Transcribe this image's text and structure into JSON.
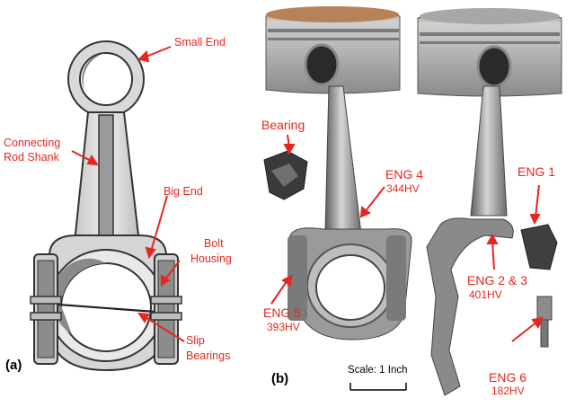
{
  "panel_a": {
    "tag": "(a)",
    "labels": {
      "small_end": "Small End",
      "shank_line1": "Connecting",
      "shank_line2": "Rod Shank",
      "big_end": "Big End",
      "bolt_line1": "Bolt",
      "bolt_line2": "Housing",
      "slip_line1": "Slip",
      "slip_line2": "Bearings"
    }
  },
  "panel_b": {
    "tag": "(b)",
    "labels": {
      "bearing": "Bearing",
      "eng4": "ENG 4",
      "eng4_hv": "344HV",
      "eng1": "ENG 1",
      "eng23": "ENG 2 & 3",
      "eng23_hv": "401HV",
      "eng5": "ENG 5",
      "eng5_hv": "393HV",
      "eng6": "ENG 6",
      "eng6_hv": "182HV"
    },
    "scale_text": "Scale: 1 Inch"
  },
  "colors": {
    "annotation": "#e8261f",
    "sketch_fill": "#d8d8d8",
    "sketch_stroke": "#333333",
    "metal_light": "#c9c9c9",
    "metal_dark": "#6e6e6e",
    "piston_top": "#b8825a"
  }
}
